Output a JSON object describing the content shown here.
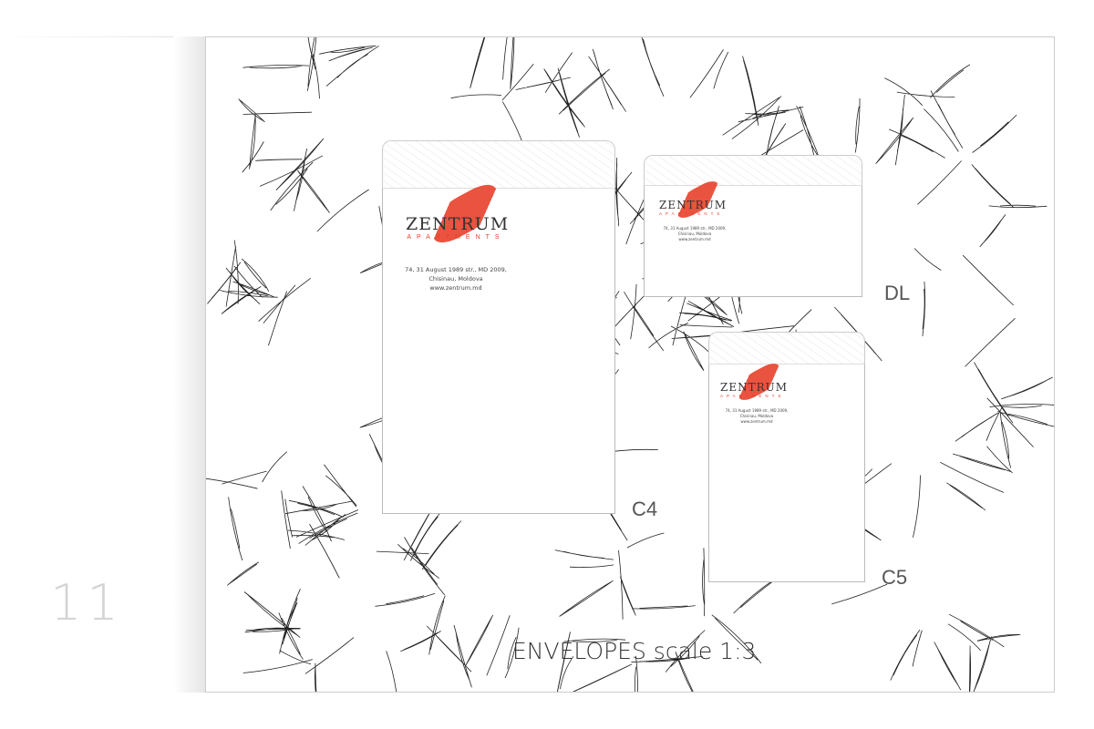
{
  "page_number": "11",
  "title": "ENVELOPES scale 1:3",
  "brand": {
    "name": "ZENTRUM",
    "tagline": "APARTMENTS",
    "accent_color": "#e8402a"
  },
  "address": {
    "line1": "74, 31 August 1989 str., MD 2009,",
    "line2": "Chisinau, Moldova",
    "line3": "www.zentrum.md"
  },
  "envelopes": [
    {
      "label": "C4"
    },
    {
      "label": "DL"
    },
    {
      "label": "C5"
    }
  ]
}
